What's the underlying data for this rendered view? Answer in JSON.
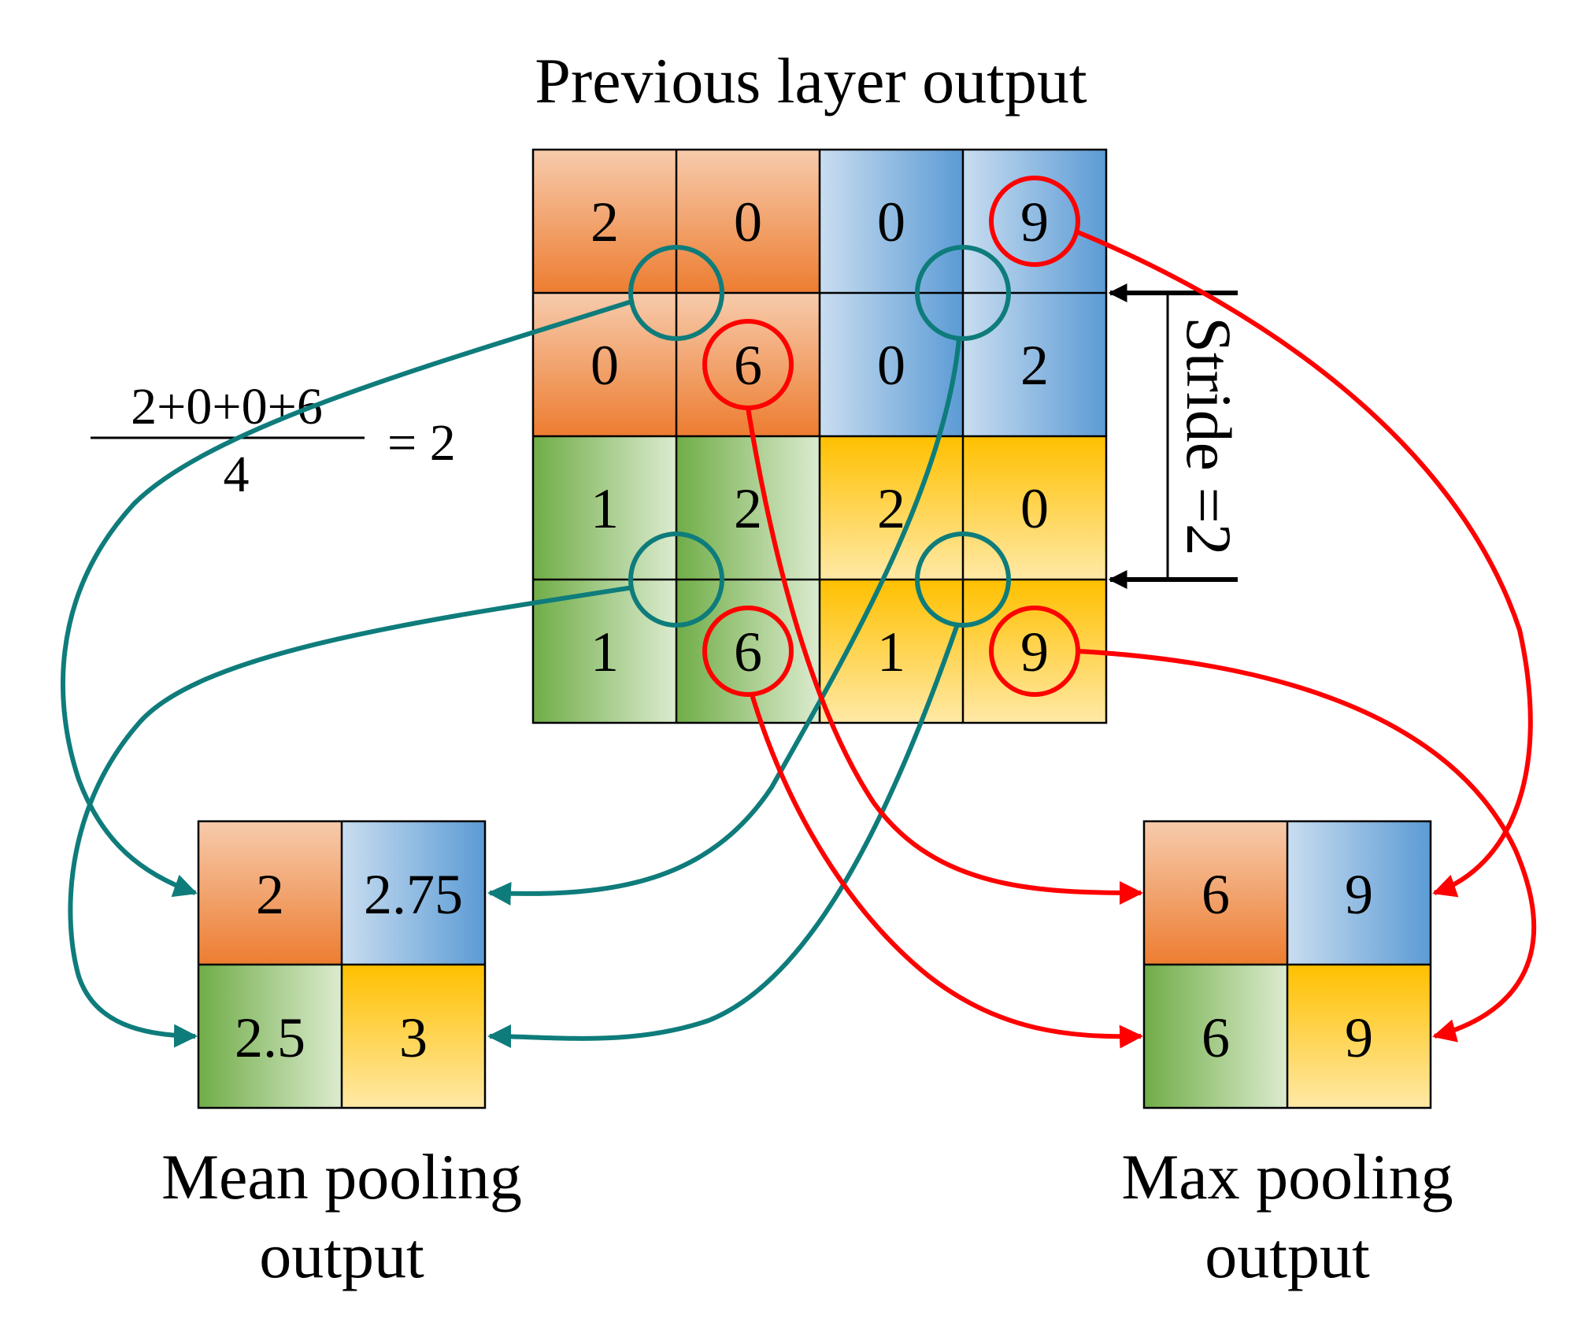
{
  "title": "Previous layer output",
  "input_grid": [
    [
      "2",
      "0",
      "0",
      "9"
    ],
    [
      "0",
      "6",
      "0",
      "2"
    ],
    [
      "1",
      "2",
      "2",
      "0"
    ],
    [
      "1",
      "6",
      "1",
      "9"
    ]
  ],
  "stride_label": "Stride =2",
  "formula": {
    "numerator": "2+0+0+6",
    "denominator": "4",
    "result": "= 2"
  },
  "mean_output": {
    "values": [
      [
        "2",
        "2.75"
      ],
      [
        "2.5",
        "3"
      ]
    ],
    "label_line1": "Mean pooling",
    "label_line2": "output"
  },
  "max_output": {
    "values": [
      [
        "6",
        "9"
      ],
      [
        "6",
        "9"
      ]
    ],
    "label_line1": "Max pooling",
    "label_line2": "output"
  },
  "colors": {
    "orange": "#ED7D31",
    "blue": "#5B9BD5",
    "green": "#70AD47",
    "yellow": "#FFC000",
    "mean_arrow": "#0E7C7B",
    "max_arrow": "#FF0000"
  }
}
